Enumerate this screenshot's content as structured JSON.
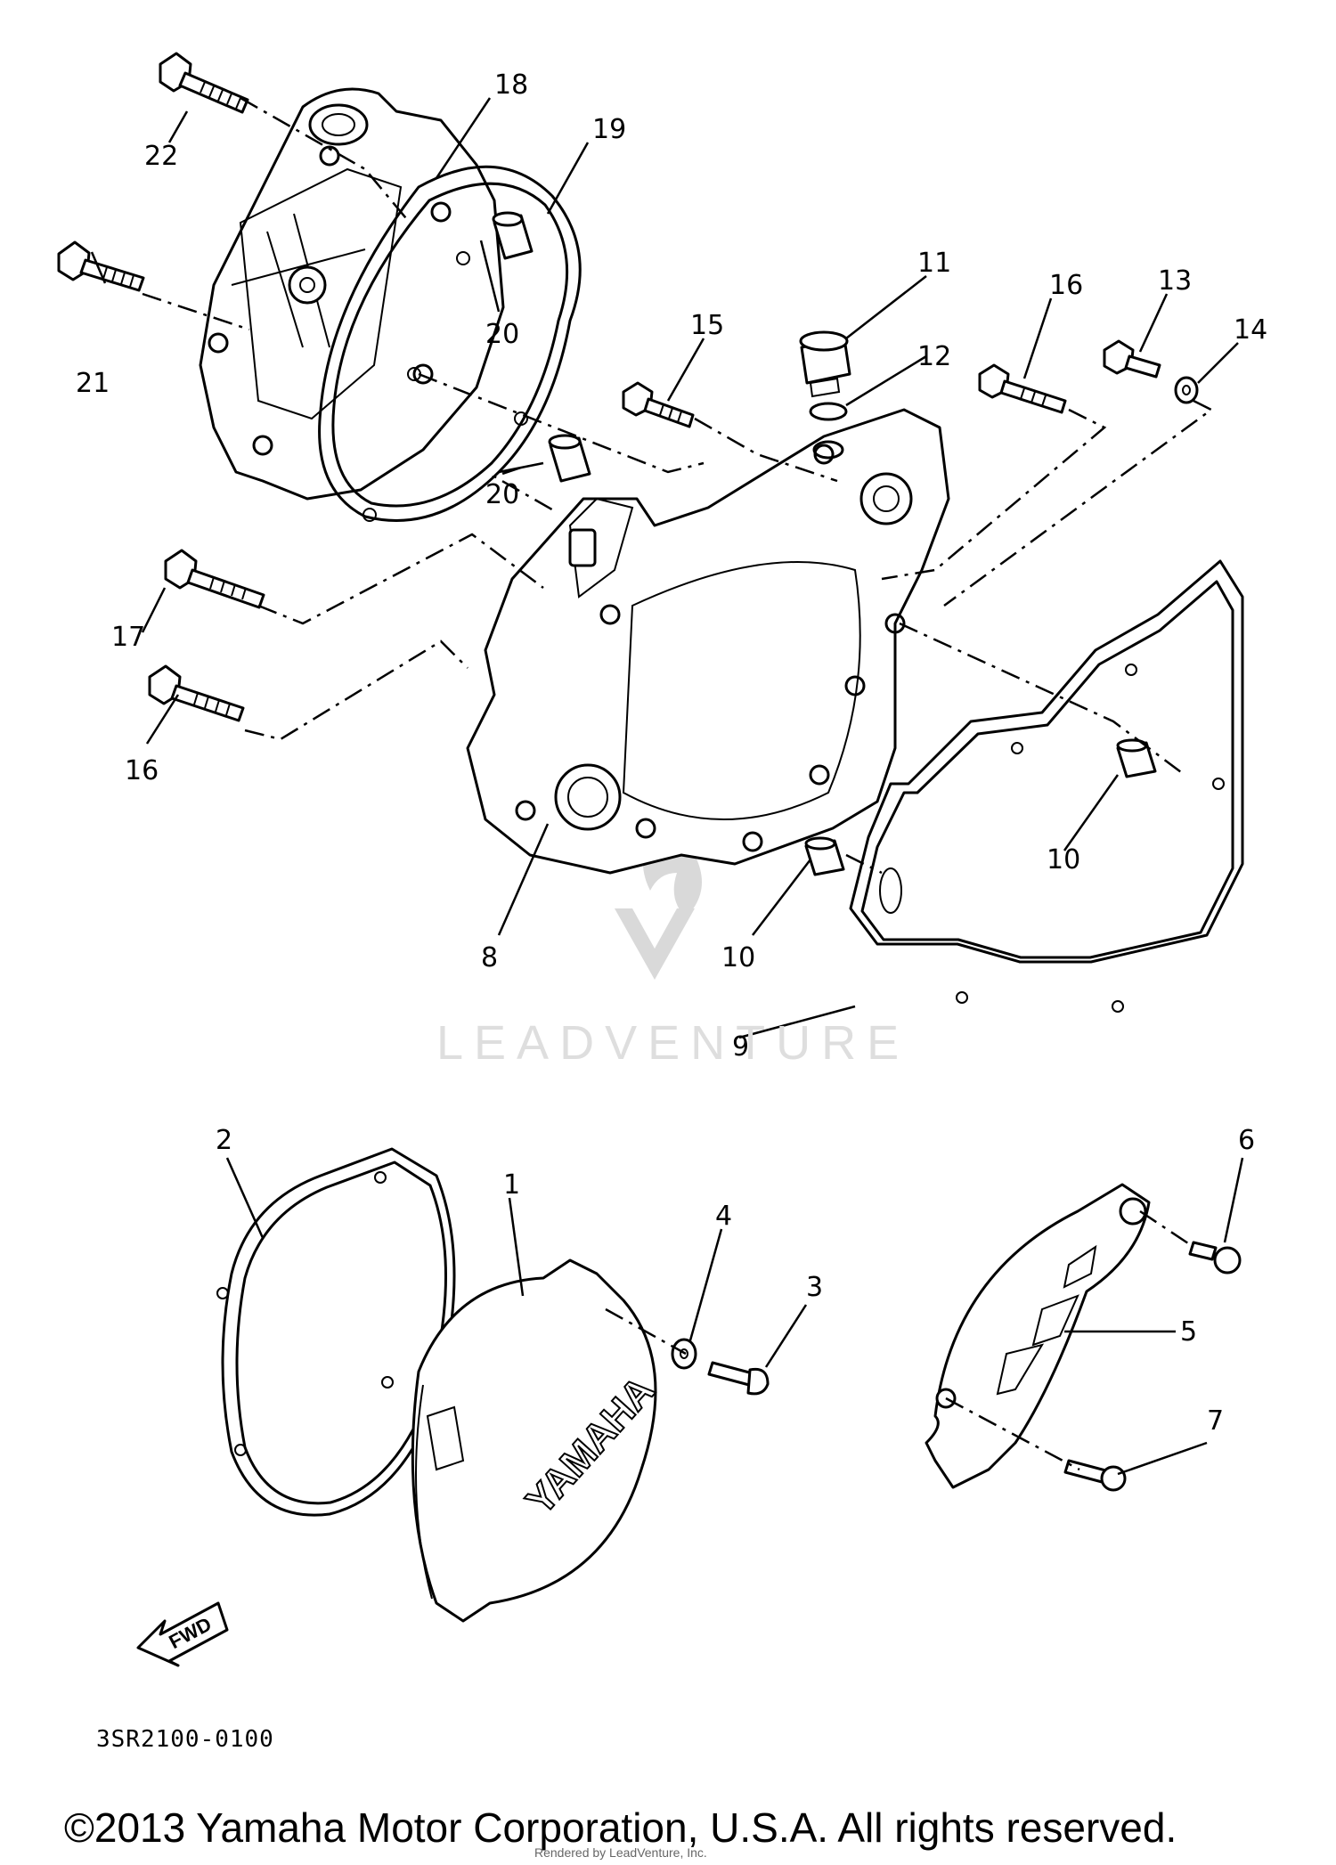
{
  "diagram": {
    "code": "3SR2100-0100",
    "copyright": "©2013 Yamaha Motor Corporation, U.S.A. All rights reserved.",
    "watermark": "LEADVENTURE",
    "rendered_note": "Rendered by LeadVenture, Inc.",
    "cover_logo": "YAMAHA",
    "fwd_label": "FWD",
    "callouts": {
      "c1": "1",
      "c2": "2",
      "c3": "3",
      "c4": "4",
      "c5": "5",
      "c6": "6",
      "c7": "7",
      "c8": "8",
      "c9": "9",
      "c10a": "10",
      "c10b": "10",
      "c11": "11",
      "c12": "12",
      "c13": "13",
      "c14": "14",
      "c15": "15",
      "c16a": "16",
      "c16b": "16",
      "c17": "17",
      "c18": "18",
      "c19": "19",
      "c20a": "20",
      "c20b": "20",
      "c21": "21",
      "c22": "22"
    }
  }
}
